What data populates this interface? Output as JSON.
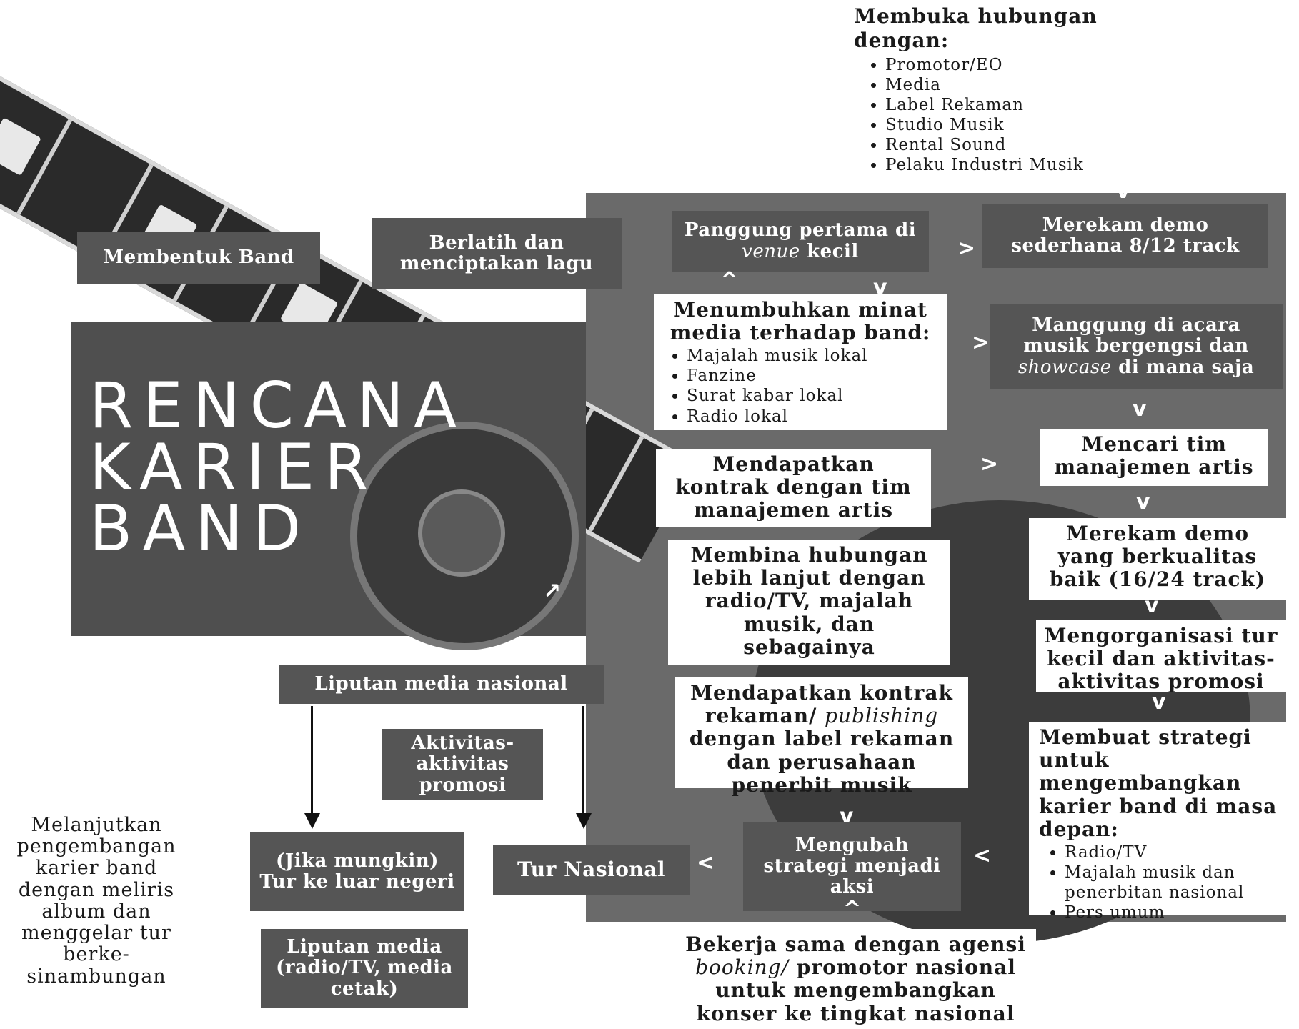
{
  "title": {
    "line1": "RENCANA",
    "line2": "KARIER",
    "line3": "BAND"
  },
  "top_note": {
    "heading": "Membuka hubungan dengan:",
    "items": [
      "Promotor/EO",
      "Media",
      "Label Rekaman",
      "Studio Musik",
      "Rental Sound",
      "Pelaku Industri Musik"
    ]
  },
  "steps": {
    "s1": "Membentuk Band",
    "s2": "Berlatih dan menciptakan lagu",
    "s3_a": "Panggung pertama di",
    "s3_em": "venue",
    "s3_b": "kecil",
    "s4": "Merekam demo sederhana 8/12 track",
    "s5_heading": "Menumbuhkan minat media terhadap band:",
    "s5_items": [
      "Majalah musik lokal",
      "Fanzine",
      "Surat kabar lokal",
      "Radio lokal"
    ],
    "s6_a": "Manggung di acara musik bergengsi dan",
    "s6_em": "showcase",
    "s6_b": "di mana saja",
    "s7": "Mencari tim manajemen artis",
    "s8": "Mendapatkan kontrak dengan tim manajemen artis",
    "s9": "Merekam demo yang berkualitas baik (16/24 track)",
    "s10": "Membina hubungan lebih lanjut dengan radio/TV, majalah musik, dan sebagainya",
    "s11": "Mengorganisasi tur kecil dan aktivitas-aktivitas promosi",
    "s12_a": "Mendapatkan kontrak rekaman/",
    "s12_em": "publishing",
    "s12_b": "dengan label rekaman dan perusahaan penerbit musik",
    "s13_heading": "Membuat strategi untuk mengembangkan karier band di masa depan:",
    "s13_items": [
      "Radio/TV",
      "Majalah musik dan penerbitan nasional",
      "Pers umum"
    ],
    "s14": "Mengubah strategi menjadi aksi",
    "s15_a": "Bekerja sama dengan agensi",
    "s15_em": "booking/",
    "s15_b": "promotor nasional untuk mengembangkan konser ke tingkat nasional",
    "s16": "Tur Nasional",
    "s17": "(Jika mungkin) Tur ke luar negeri",
    "s18": "Liputan media nasional",
    "s19": "Aktivitas-aktivitas promosi",
    "s20": "Liputan media (radio/TV, media cetak)",
    "s21": "Melanjutkan pengembangan karier band dengan meliris album dan menggelar tur berke-sinambungan"
  },
  "arrows": {
    "right": ">",
    "left": "<",
    "down": "v",
    "up": "^"
  }
}
